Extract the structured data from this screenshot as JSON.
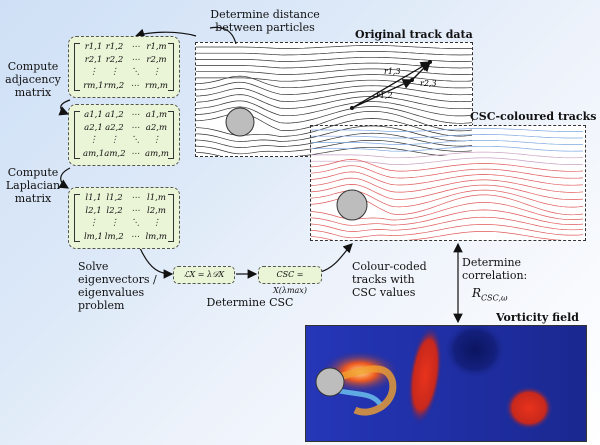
{
  "labels": {
    "determine_distance": "Determine distance\nbetween particles",
    "original_track_data": "Original track data",
    "compute_adjacency": "Compute\nadjacency\nmatrix",
    "compute_laplacian": "Compute\nLaplacian\nmatrix",
    "csc_coloured_tracks": "CSC-coloured tracks",
    "solve_eigen": "Solve\neigenvectors /\neigenvalues\nproblem",
    "determine_csc": "Determine CSC",
    "colour_coded": "Colour-coded\ntracks with\nCSC values",
    "determine_correlation": "Determine\ncorrelation:",
    "correlation_symbol": "R",
    "correlation_sub": "CSC,ω",
    "vorticity_field": "Vorticity field"
  },
  "matrices": {
    "distance": [
      [
        "r1,1",
        "r1,2",
        "⋯",
        "r1,m"
      ],
      [
        "r2,1",
        "r2,2",
        "⋯",
        "r2,m"
      ],
      [
        "⋮",
        "⋮",
        "⋱",
        "⋮"
      ],
      [
        "rm,1",
        "rm,2",
        "⋯",
        "rm,m"
      ]
    ],
    "adjacency": [
      [
        "a1,1",
        "a1,2",
        "⋯",
        "a1,m"
      ],
      [
        "a2,1",
        "a2,2",
        "⋯",
        "a2,m"
      ],
      [
        "⋮",
        "⋮",
        "⋱",
        "⋮"
      ],
      [
        "am,1",
        "am,2",
        "⋯",
        "am,m"
      ]
    ],
    "laplacian": [
      [
        "l1,1",
        "l1,2",
        "⋯",
        "l1,m"
      ],
      [
        "l2,1",
        "l2,2",
        "⋯",
        "l2,m"
      ],
      [
        "⋮",
        "⋮",
        "⋱",
        "⋮"
      ],
      [
        "lm,1",
        "lm,2",
        "⋯",
        "lm,m"
      ]
    ]
  },
  "equations": {
    "eigen": "ℒX = λ𝒟X",
    "csc": "CSC = X(λmax)"
  },
  "panel_labels": {
    "r13": "r1,3",
    "r12": "r1,2",
    "r23": "r2,3"
  },
  "colors": {
    "matrix_fill": "#eaf4d6",
    "track_black": "#333333",
    "track_red": "#e05a5a",
    "track_blue": "#7fa8e0",
    "vorticity_bg": "#1c2a9a",
    "vorticity_red": "#d8341f"
  }
}
